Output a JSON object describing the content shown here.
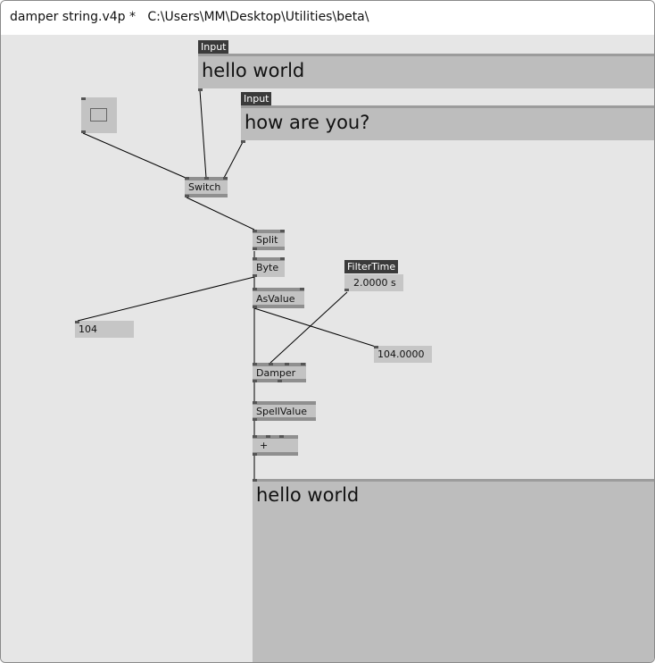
{
  "window": {
    "title": "damper string.v4p *   C:\\Users\\MM\\Desktop\\Utilities\\beta\\"
  },
  "inputs": [
    {
      "tag": "Input",
      "value": "hello world"
    },
    {
      "tag": "Input",
      "value": "how are you?"
    }
  ],
  "nodes": {
    "switch": "Switch",
    "split": "Split",
    "byte": "Byte",
    "asvalue": "AsValue",
    "damper": "Damper",
    "spellvalue": "SpellValue",
    "plus": "+"
  },
  "filtertime": {
    "tag": "FilterTime",
    "value": "2.0000 s"
  },
  "byte_output": "104",
  "asvalue_output": "104.0000",
  "output_text": "hello world",
  "colors": {
    "canvas": "#e6e6e6",
    "node": "#c3c3c3",
    "tag_bg": "#3a3a3a",
    "wire": "#000000"
  }
}
